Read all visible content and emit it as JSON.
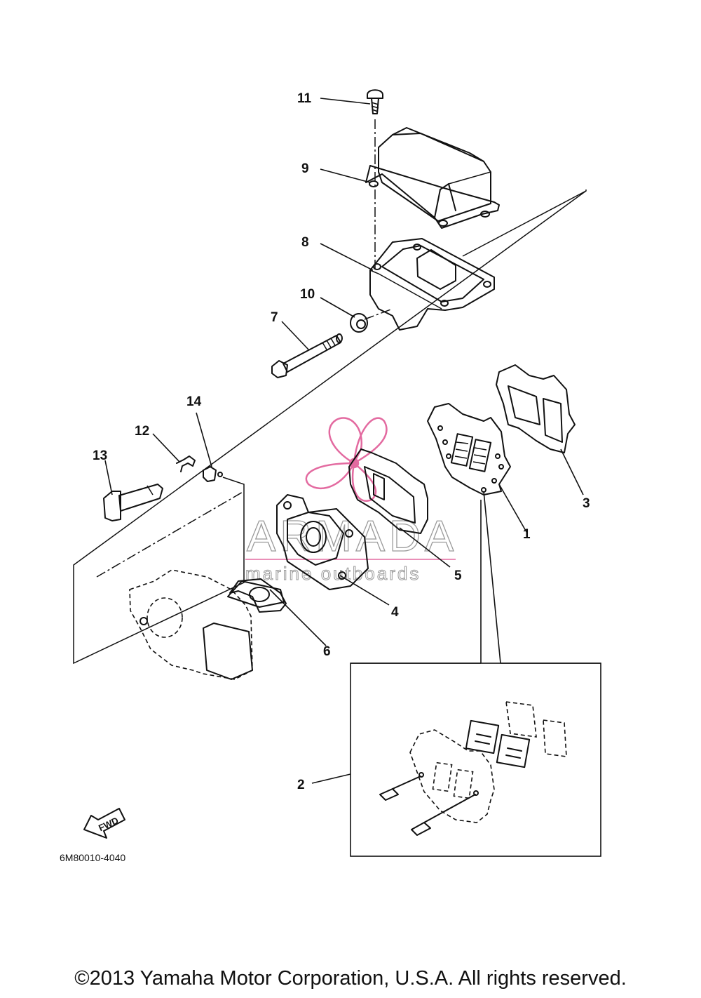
{
  "diagram": {
    "part_code": "6M80010-4040",
    "fwd_label": "FWD",
    "callouts": [
      "1",
      "2",
      "3",
      "4",
      "5",
      "6",
      "7",
      "8",
      "9",
      "10",
      "11",
      "12",
      "13",
      "14"
    ]
  },
  "watermark": {
    "brand": "ARMADA",
    "tagline": "marine outboards",
    "color": "#e36aa0"
  },
  "footer": {
    "copyright": "©2013 Yamaha Motor Corporation, U.S.A. All rights reserved."
  }
}
